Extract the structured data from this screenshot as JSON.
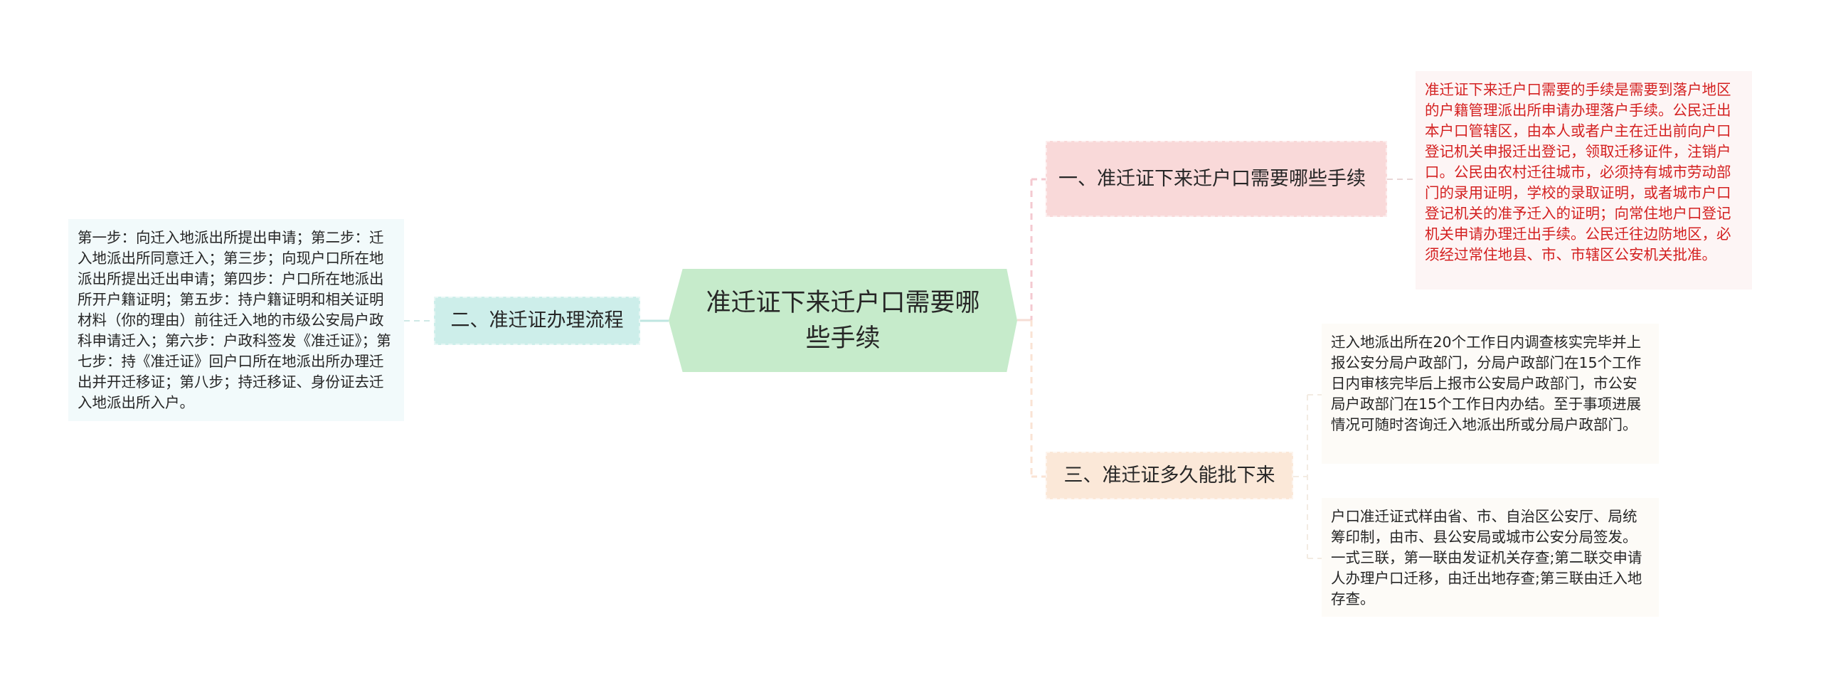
{
  "mindmap": {
    "central": {
      "label": "准迁证下来迁户口需要哪些手续",
      "color": "#c6ebcb"
    },
    "branches": [
      {
        "label": "一、准迁证下来迁户口需要哪些手续",
        "color": "#f9d9d9",
        "side": "right",
        "children": [
          {
            "text": "准迁证下来迁户口需要的手续是需要到落户地区的户籍管理派出所申请办理落户手续。公民迁出本户口管辖区，由本人或者户主在迁出前向户口登记机关申报迁出登记，领取迁移证件，注销户口。公民由农村迁往城市，必须持有城市劳动部门的录用证明，学校的录取证明，或者城市户口登记机关的准予迁入的证明；向常住地户口登记机关申请办理迁出手续。公民迁往边防地区，必须经过常住地县、市、市辖区公安机关批准。",
            "text_color": "#d42121"
          }
        ]
      },
      {
        "label": "二、准迁证办理流程",
        "color": "#cdeeea",
        "side": "left",
        "children": [
          {
            "text": "第一步：向迁入地派出所提出申请；第二步：迁入地派出所同意迁入；第三步；向现户口所在地派出所提出迁出申请；第四步：户口所在地派出所开户籍证明；第五步：持户籍证明和相关证明材料（你的理由）前往迁入地的市级公安局户政科申请迁入；第六步：户政科签发《准迁证》；第七步：持《准迁证》回户口所在地派出所办理迁出并开迁移证；第八步；持迁移证、身份证去迁入地派出所入户。"
          }
        ]
      },
      {
        "label": "三、准迁证多久能批下来",
        "color": "#fbe8d8",
        "side": "right",
        "children": [
          {
            "text": "迁入地派出所在20个工作日内调查核实完毕并上报公安分局户政部门，分局户政部门在15个工作日内审核完毕后上报市公安局户政部门，市公安局户政部门在15个工作日内办结。至于事项进展情况可随时咨询迁入地派出所或分局户政部门。"
          },
          {
            "text": "户口准迁证式样由省、市、自治区公安厅、局统筹印制，由市、县公安局或城市公安分局签发。一式三联，第一联由发证机关存查;第二联交申请人办理户口迁移，由迁出地存查;第三联由迁入地存查。"
          }
        ]
      }
    ]
  }
}
